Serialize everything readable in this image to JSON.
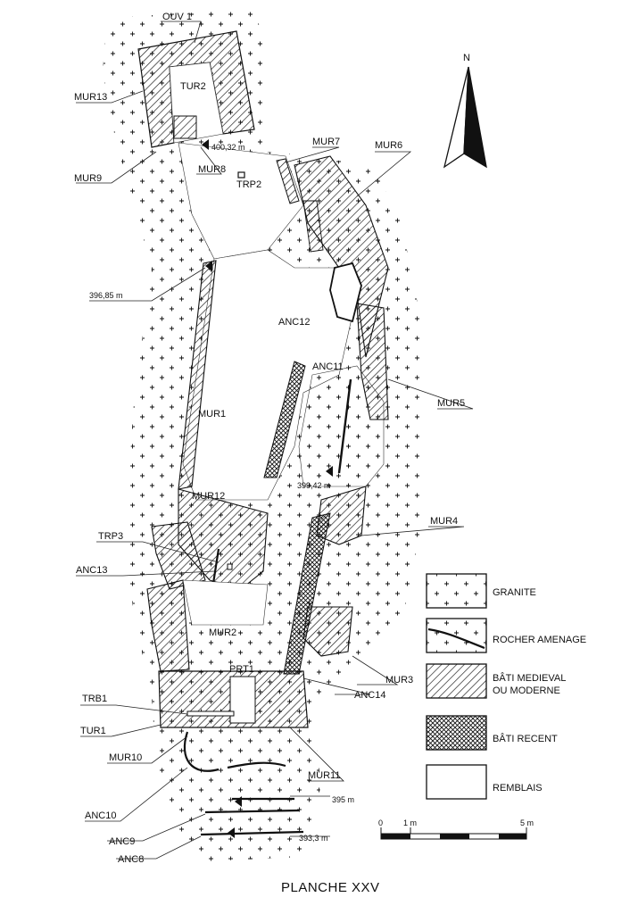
{
  "plate_title": "PLANCHE XXV",
  "north": "N",
  "labels": {
    "ouv1": "OUV 1",
    "tur2": "TUR2",
    "mur13": "MUR13",
    "mur9": "MUR9",
    "mur8": "MUR8",
    "trp2": "TRP2",
    "mur7": "MUR7",
    "mur6": "MUR6",
    "anc12": "ANC12",
    "anc11": "ANC11",
    "mur5": "MUR5",
    "mur1": "MUR1",
    "mur12": "MUR12",
    "mur4": "MUR4",
    "trp3": "TRP3",
    "anc13": "ANC13",
    "mur2": "MUR2",
    "prt1": "PRT1",
    "trb1": "TRB1",
    "mur3": "MUR3",
    "anc14": "ANC14",
    "tur1": "TUR1",
    "mur10": "MUR10",
    "mur11": "MUR11",
    "anc10": "ANC10",
    "anc9": "ANC9",
    "anc8": "ANC8"
  },
  "elevations": {
    "e1": "400,32 m",
    "e2": "396,85 m",
    "e3": "399,42 m",
    "e4": "395 m",
    "e5": "393,3 m"
  },
  "legend": {
    "granite": "GRANITE",
    "rocher": "ROCHER AMENAGE",
    "bati_medieval_1": "BÂTI MEDIEVAL",
    "bati_medieval_2": "OU MODERNE",
    "bati_recent": "BÂTI RECENT",
    "remblais": "REMBLAIS"
  },
  "scale": {
    "zero": "0",
    "one": "1 m",
    "five": "5 m"
  }
}
